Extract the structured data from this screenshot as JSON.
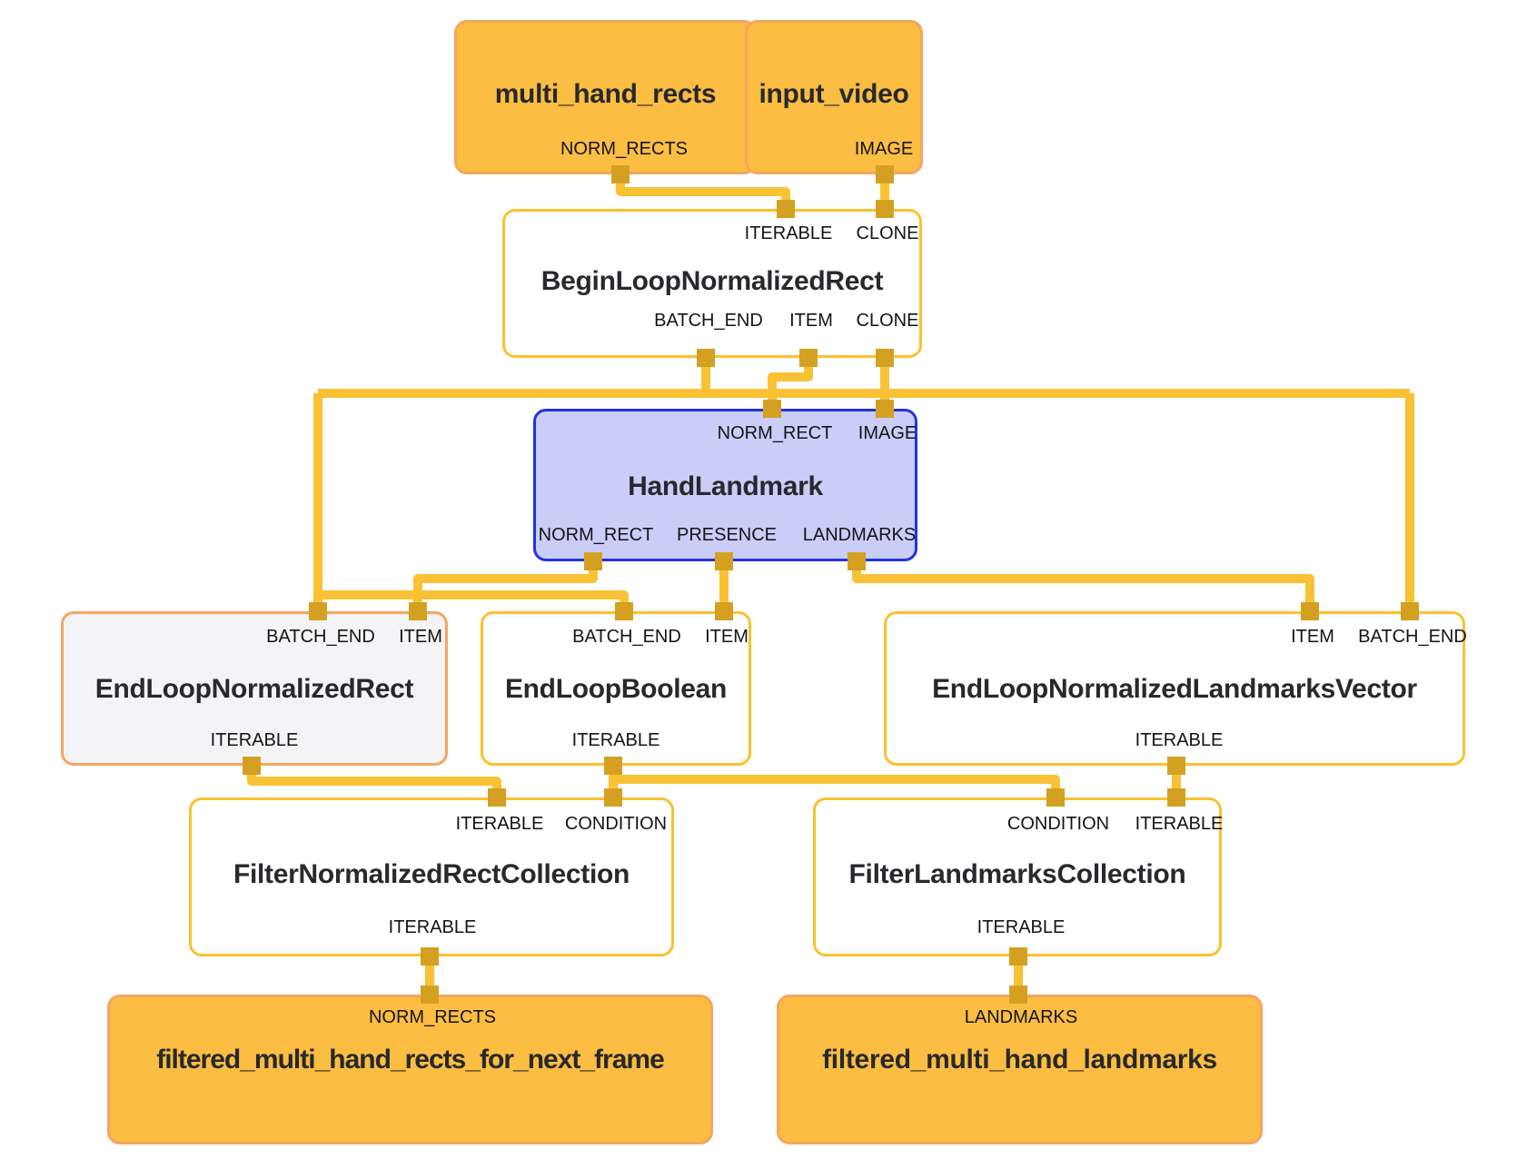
{
  "nodes": {
    "multi_hand_rects": {
      "title": "multi_hand_rects",
      "ports": {
        "norm_rects": "NORM_RECTS"
      }
    },
    "input_video": {
      "title": "input_video",
      "ports": {
        "image": "IMAGE"
      }
    },
    "begin_loop_normalized_rect": {
      "title": "BeginLoopNormalizedRect",
      "ports": {
        "iterable_in": "ITERABLE",
        "clone_in": "CLONE",
        "batch_end": "BATCH_END",
        "item": "ITEM",
        "clone_out": "CLONE"
      }
    },
    "hand_landmark": {
      "title": "HandLandmark",
      "ports": {
        "norm_rect_in": "NORM_RECT",
        "image_in": "IMAGE",
        "norm_rect_out": "NORM_RECT",
        "presence": "PRESENCE",
        "landmarks": "LANDMARKS"
      }
    },
    "end_loop_normalized_rect": {
      "title": "EndLoopNormalizedRect",
      "ports": {
        "batch_end": "BATCH_END",
        "item": "ITEM",
        "iterable": "ITERABLE"
      }
    },
    "end_loop_boolean": {
      "title": "EndLoopBoolean",
      "ports": {
        "batch_end": "BATCH_END",
        "item": "ITEM",
        "iterable": "ITERABLE"
      }
    },
    "end_loop_normalized_landmarks_vector": {
      "title": "EndLoopNormalizedLandmarksVector",
      "ports": {
        "item": "ITEM",
        "batch_end": "BATCH_END",
        "iterable": "ITERABLE"
      }
    },
    "filter_normalized_rect_collection": {
      "title": "FilterNormalizedRectCollection",
      "ports": {
        "iterable_in": "ITERABLE",
        "condition": "CONDITION",
        "iterable_out": "ITERABLE"
      }
    },
    "filter_landmarks_collection": {
      "title": "FilterLandmarksCollection",
      "ports": {
        "condition": "CONDITION",
        "iterable_in": "ITERABLE",
        "iterable_out": "ITERABLE"
      }
    },
    "filtered_multi_hand_rects_for_next_frame": {
      "title": "filtered_multi_hand_rects_for_next_frame",
      "ports": {
        "norm_rects": "NORM_RECTS"
      }
    },
    "filtered_multi_hand_landmarks": {
      "title": "filtered_multi_hand_landmarks",
      "ports": {
        "landmarks": "LANDMARKS"
      }
    }
  },
  "edges": [
    {
      "from": "multi_hand_rects.NORM_RECTS",
      "to": "BeginLoopNormalizedRect.ITERABLE"
    },
    {
      "from": "input_video.IMAGE",
      "to": "BeginLoopNormalizedRect.CLONE"
    },
    {
      "from": "BeginLoopNormalizedRect.BATCH_END",
      "to": "EndLoopNormalizedRect.BATCH_END"
    },
    {
      "from": "BeginLoopNormalizedRect.BATCH_END",
      "to": "EndLoopBoolean.BATCH_END"
    },
    {
      "from": "BeginLoopNormalizedRect.BATCH_END",
      "to": "EndLoopNormalizedLandmarksVector.BATCH_END"
    },
    {
      "from": "BeginLoopNormalizedRect.ITEM",
      "to": "HandLandmark.NORM_RECT"
    },
    {
      "from": "BeginLoopNormalizedRect.CLONE",
      "to": "HandLandmark.IMAGE"
    },
    {
      "from": "HandLandmark.NORM_RECT",
      "to": "EndLoopNormalizedRect.ITEM"
    },
    {
      "from": "HandLandmark.PRESENCE",
      "to": "EndLoopBoolean.ITEM"
    },
    {
      "from": "HandLandmark.LANDMARKS",
      "to": "EndLoopNormalizedLandmarksVector.ITEM"
    },
    {
      "from": "EndLoopNormalizedRect.ITERABLE",
      "to": "FilterNormalizedRectCollection.ITERABLE"
    },
    {
      "from": "EndLoopBoolean.ITERABLE",
      "to": "FilterNormalizedRectCollection.CONDITION"
    },
    {
      "from": "EndLoopBoolean.ITERABLE",
      "to": "FilterLandmarksCollection.CONDITION"
    },
    {
      "from": "EndLoopNormalizedLandmarksVector.ITERABLE",
      "to": "FilterLandmarksCollection.ITERABLE"
    },
    {
      "from": "FilterNormalizedRectCollection.ITERABLE",
      "to": "filtered_multi_hand_rects_for_next_frame.NORM_RECTS"
    },
    {
      "from": "FilterLandmarksCollection.ITERABLE",
      "to": "filtered_multi_hand_landmarks.LANDMARKS"
    }
  ],
  "colors": {
    "canvas_bg": "#FFFFFF",
    "wire": "#F9C235",
    "port_square": "#D4A021",
    "terminal_node_fill": "#FBBD42",
    "terminal_node_border": "#F5A55F",
    "calculator_node_fill": "#FFFFFF",
    "calculator_node_border": "#FBC12F",
    "selected_node_fill": "#F4F4F6",
    "selected_node_border": "#F5A55F",
    "highlight_node_fill": "#C9CDF8",
    "highlight_node_border": "#2433E0",
    "title_text": "#28292C",
    "port_label_text": "#141414"
  }
}
